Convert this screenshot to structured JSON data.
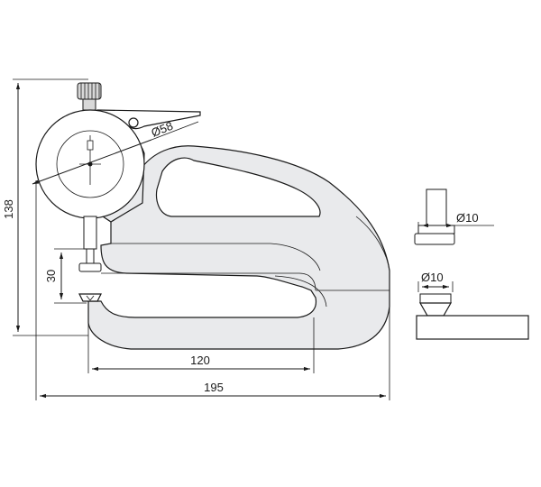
{
  "dimensions": {
    "height_total": "138",
    "throat_depth": "30",
    "dial_diameter": "Ø58",
    "reach": "120",
    "overall_length": "195",
    "upper_contact": "Ø10",
    "lower_contact": "Ø10"
  }
}
